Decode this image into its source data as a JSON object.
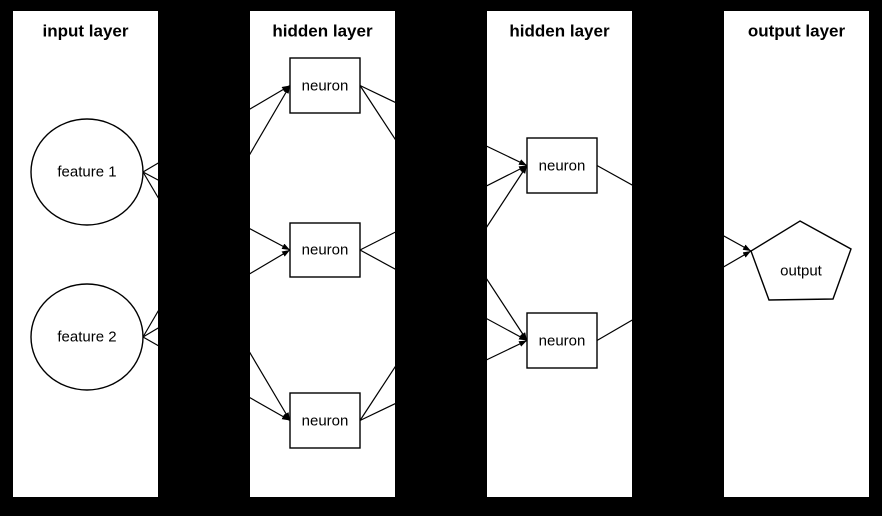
{
  "diagram_type": "neural-network",
  "colors": {
    "background": "#000000",
    "panel": "#ffffff",
    "stroke": "#000000"
  },
  "panels": [
    {
      "id": "input",
      "title": "input layer"
    },
    {
      "id": "hidden1",
      "title": "hidden layer"
    },
    {
      "id": "hidden2",
      "title": "hidden layer"
    },
    {
      "id": "output",
      "title": "output layer"
    }
  ],
  "nodes": [
    {
      "id": "feature1",
      "label": "feature 1",
      "shape": "ellipse",
      "layer": "input"
    },
    {
      "id": "feature2",
      "label": "feature 2",
      "shape": "ellipse",
      "layer": "input"
    },
    {
      "id": "h1n1",
      "label": "neuron",
      "shape": "rect",
      "layer": "hidden1"
    },
    {
      "id": "h1n2",
      "label": "neuron",
      "shape": "rect",
      "layer": "hidden1"
    },
    {
      "id": "h1n3",
      "label": "neuron",
      "shape": "rect",
      "layer": "hidden1"
    },
    {
      "id": "h2n1",
      "label": "neuron",
      "shape": "rect",
      "layer": "hidden2"
    },
    {
      "id": "h2n2",
      "label": "neuron",
      "shape": "rect",
      "layer": "hidden2"
    },
    {
      "id": "out",
      "label": "output",
      "shape": "pentagon",
      "layer": "output"
    }
  ],
  "anchors": {
    "feature1": {
      "out": [
        143,
        172
      ]
    },
    "feature2": {
      "out": [
        143,
        337
      ]
    },
    "h1n1": {
      "in": [
        290,
        85.5
      ],
      "out": [
        360,
        85.5
      ]
    },
    "h1n2": {
      "in": [
        290,
        250
      ],
      "out": [
        360,
        250
      ]
    },
    "h1n3": {
      "in": [
        290,
        420.5
      ],
      "out": [
        360,
        420.5
      ]
    },
    "h2n1": {
      "in": [
        527,
        165.5
      ],
      "out": [
        597,
        165.5
      ]
    },
    "h2n2": {
      "in": [
        527,
        340.5
      ],
      "out": [
        597,
        340.5
      ]
    },
    "out": {
      "in": [
        751,
        251
      ]
    }
  },
  "edges": [
    {
      "from": "feature1",
      "to": "h1n1"
    },
    {
      "from": "feature1",
      "to": "h1n2"
    },
    {
      "from": "feature1",
      "to": "h1n3"
    },
    {
      "from": "feature2",
      "to": "h1n1"
    },
    {
      "from": "feature2",
      "to": "h1n2"
    },
    {
      "from": "feature2",
      "to": "h1n3"
    },
    {
      "from": "h1n1",
      "to": "h2n1"
    },
    {
      "from": "h1n1",
      "to": "h2n2"
    },
    {
      "from": "h1n2",
      "to": "h2n1"
    },
    {
      "from": "h1n2",
      "to": "h2n2"
    },
    {
      "from": "h1n3",
      "to": "h2n1"
    },
    {
      "from": "h1n3",
      "to": "h2n2"
    },
    {
      "from": "h2n1",
      "to": "out"
    },
    {
      "from": "h2n2",
      "to": "out"
    }
  ]
}
